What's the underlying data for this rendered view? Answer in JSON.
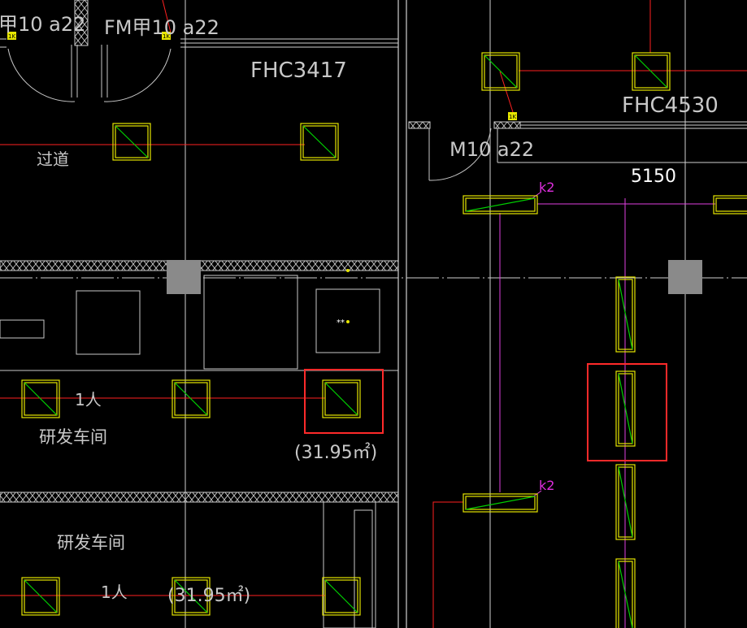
{
  "drawing": {
    "colors": {
      "background": "#000000",
      "axis_line": "#d0d0d0",
      "wall": "#cfcfcf",
      "duct_red": "#ff2020",
      "duct_magenta": "#e040e0",
      "device_yellow": "#e6e600",
      "device_green": "#00d000",
      "column_gray": "#8a8a8a",
      "highlight_red": "#ff2a2a"
    },
    "labels": {
      "fm_left": "甲10 a22",
      "fm_right": "FM甲10 a22",
      "fhc3417": "FHC3417",
      "fhc4530": "FHC4530",
      "m10": "M10 a22",
      "dim_5150": "5150",
      "guodao": "过道",
      "k2_top": "k2",
      "k2_bottom": "k2",
      "people_1": "1人",
      "room_1": "研发车间",
      "area_1": "(31.95㎡)",
      "room_2": "研发车间",
      "people_2": "1人",
      "area_2": "(31.95㎡)",
      "tag_1k": "1K"
    }
  }
}
